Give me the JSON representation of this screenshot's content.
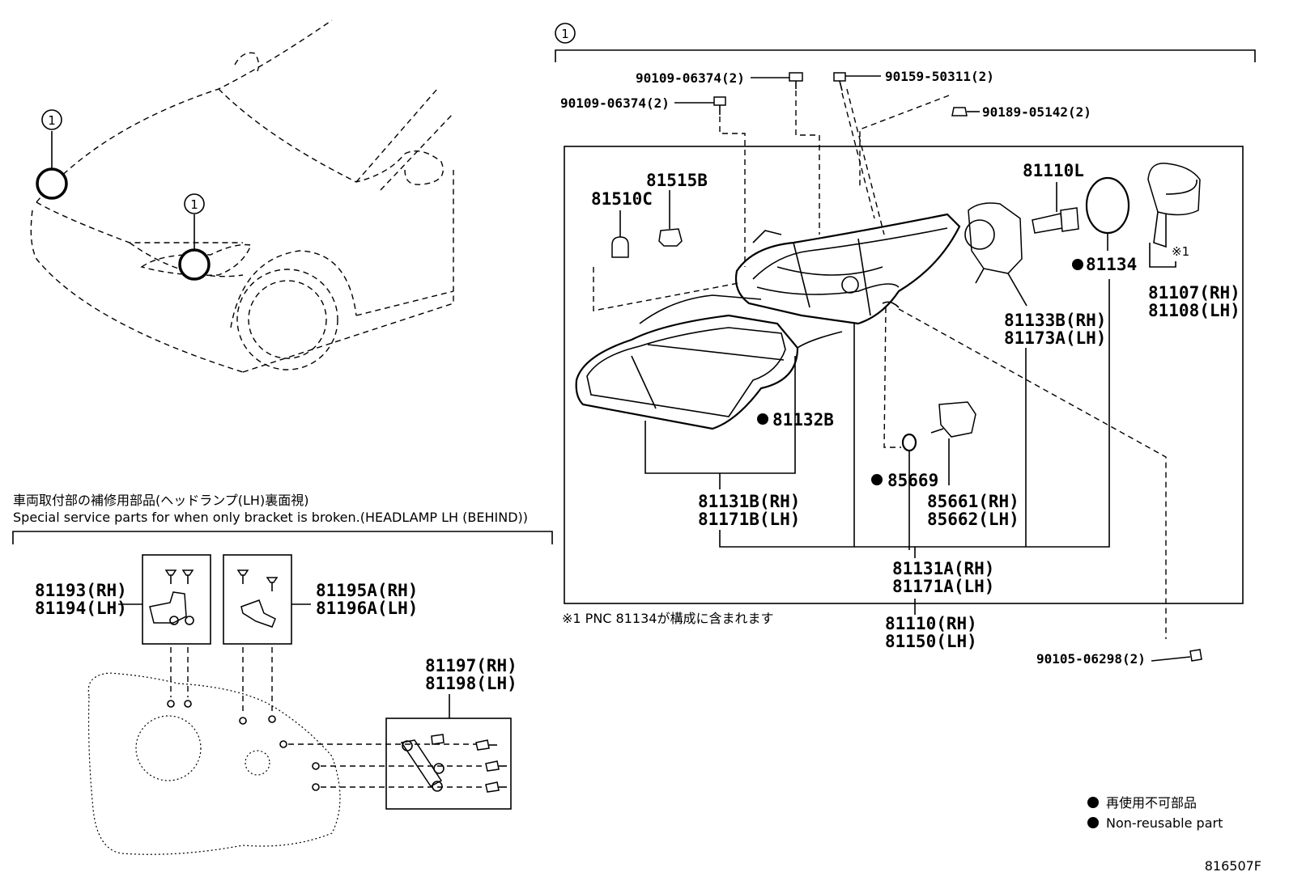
{
  "callouts": {
    "ref1": "1"
  },
  "labels": {
    "p90109a": "90109-06374(2)",
    "p90109b": "90109-06374(2)",
    "p90159": "90159-50311(2)",
    "p90189": "90189-05142(2)",
    "p81515": "81515B",
    "p81510": "81510C",
    "p81110L": "81110L",
    "p81134": "81134",
    "p81107": "81107(RH)",
    "p81108": "81108(LH)",
    "ref_x1": "※1",
    "p81133": "81133B(RH)",
    "p81173": "81173A(LH)",
    "p81132": "81132B",
    "p85669": "85669",
    "p81131B": "81131B(RH)",
    "p81171B": "81171B(LH)",
    "p85661": "85661(RH)",
    "p85662": "85662(LH)",
    "p81131A": "81131A(RH)",
    "p81171A": "81171A(LH)",
    "p81110": "81110(RH)",
    "p81150": "81150(LH)",
    "p90105": "90105-06298(2)",
    "p81193": "81193(RH)",
    "p81194": "81194(LH)",
    "p81195": "81195A(RH)",
    "p81196": "81196A(LH)",
    "p81197": "81197(RH)",
    "p81198": "81198(LH)"
  },
  "notes": {
    "footnote": "※1 PNC 81134が構成に含まれます",
    "special_jp": "車両取付部の補修用部品(ヘッドランプ(LH)裏面視)",
    "special_en": "Special service parts for when only bracket is broken.(HEADLAMP LH (BEHIND))",
    "legend_jp": "再使用不可部品",
    "legend_en": "Non-reusable part",
    "diagram_id": "816507F"
  }
}
